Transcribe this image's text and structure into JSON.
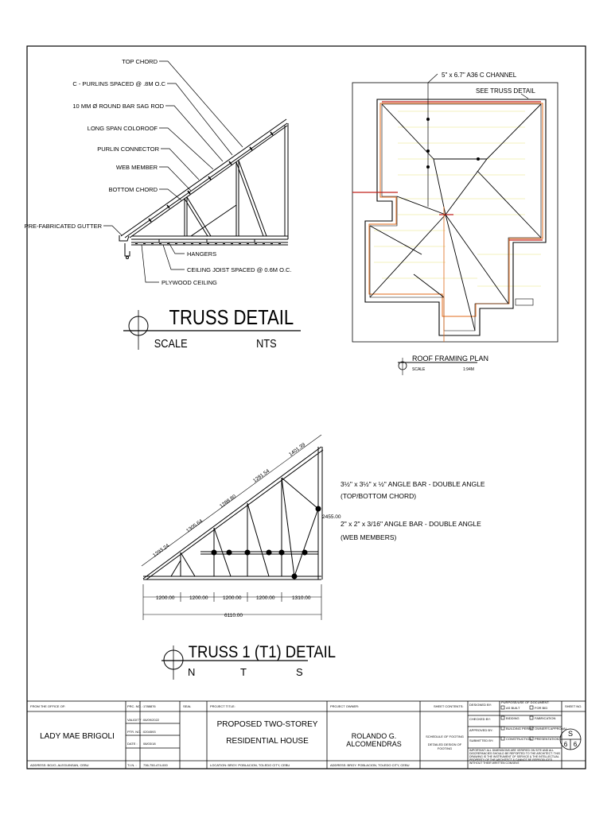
{
  "truss_detail": {
    "labels": {
      "top_chord": "TOP CHORD",
      "purlins": "C - PURLINS SPACED @ .8M O.C",
      "sag_rod": "10 MM Ø ROUND BAR SAG ROD",
      "coloroof": "LONG SPAN COLOROOF",
      "purlin_connector": "PURLIN CONNECTOR",
      "web_member": "WEB MEMBER",
      "bottom_chord": "BOTTOM CHORD",
      "gutter": "PRE-FABRICATED GUTTER",
      "hangers": "HANGERS",
      "ceiling_joist": "CEILING JOIST SPACED @ 0.6M O.C.",
      "plywood": "PLYWOOD CEILING"
    },
    "title": "TRUSS DETAIL",
    "scale_label": "SCALE",
    "scale_value": "NTS"
  },
  "roof_plan": {
    "channel_label": "5\" x 6.7\" A36 C CHANNEL",
    "see_truss": "SEE TRUSS DETAIL",
    "title": "ROOF FRAMING PLAN",
    "scale_label": "SCALE",
    "scale_value": "1:94M"
  },
  "truss1": {
    "top_dims": [
      "1293.24",
      "1305.64",
      "1288.80",
      "1281.54",
      "1401.39"
    ],
    "height": "2455.00",
    "bottom_dims": [
      "1200.00",
      "1200.00",
      "1200.00",
      "1200.00",
      "1310.00"
    ],
    "total": "6110.00",
    "chord_spec": "3½\" x 3½\" x ½\" ANGLE BAR - DOUBLE ANGLE",
    "chord_note": "(TOP/BOTTOM CHORD)",
    "web_spec": "2\" x 2\" x 3/16\" ANGLE BAR - DOUBLE ANGLE",
    "web_note": "(WEB MEMBERS)",
    "title": "TRUSS 1 (T1) DETAIL",
    "scale_chars": [
      "N",
      "T",
      "S"
    ]
  },
  "title_block": {
    "from_office": "FROM THE OFFICE OF:",
    "architect": "LADY MAE BRIGOLI",
    "address": "ADDRESS: BOJO, ALEGUINSAN, CEBU",
    "prc_label": "PRC. NO. :",
    "prc_value": "1788876",
    "validity_label": "VALIDITY :",
    "validity_value": "06/09/2022",
    "ptr_label": "PTR. NO. :",
    "ptr_value": "0204593",
    "date_label": "DATE :",
    "date_value": "08/03/18",
    "tin_label": "T.I.N. :",
    "tin_value": "736-750-474-000",
    "seal": "SEAL",
    "project_title_label": "PROJECT TITLE:",
    "project_title_1": "PROPOSED TWO-STOREY",
    "project_title_2": "RESIDENTIAL HOUSE",
    "location": "LOCATION: BRGY. POBLACION, TOLEDO CITY, CEBU",
    "owner_label": "PROJECT OWNER:",
    "owner": "ROLANDO G. ALCOMENDRAS",
    "owner_address": "ADDRESS: BRGY. POBLACION, TOLEDO CITY, CEBU",
    "contents_label": "SHEET CONTENTS:",
    "contents_1": "SCHEDULE OF FOOTING",
    "contents_2": "DETAILED DESIGN OF FOOTING",
    "designed_by": "DESIGNED BY:",
    "checked_by": "CHECKED BY:",
    "approved_by": "APPROVED BY:",
    "submitted_by": "SUBMITTED BY:",
    "purpose_label": "PURPOSE/USE OF DOCUMENT:",
    "purposes": [
      "AS BUILT",
      "FOR BID",
      "BIDDING",
      "FABRICATION",
      "BUILDING PERMIT",
      "OWNER'S APPROVAL",
      "CONSTRUCTION",
      "PRESENTATION"
    ],
    "notice": "IMPORTANT: ALL DIMENSIONS ARE VERIFIED ON SITE AND ALL DISCREPANCIES SHOULD BE REPORTED TO THE ARCHITECT. THIS DRAWING IS THE INSTRUMENT OF SERVICE & THE INTELLECTUAL PROPERTY OF THE ARCHITECT & CANNOT BE REPRODUCED WITHOUT THEIR WRITTEN CONSENT.",
    "sheet_no_label": "SHEET NO.",
    "sheet_letter": "S",
    "sheet_num": "6",
    "sheet_total": "6"
  },
  "colors": {
    "line": "#000000",
    "roof_orange": "#e06a1a",
    "roof_yellow": "#e8e27a",
    "roof_red": "#c0201a"
  }
}
